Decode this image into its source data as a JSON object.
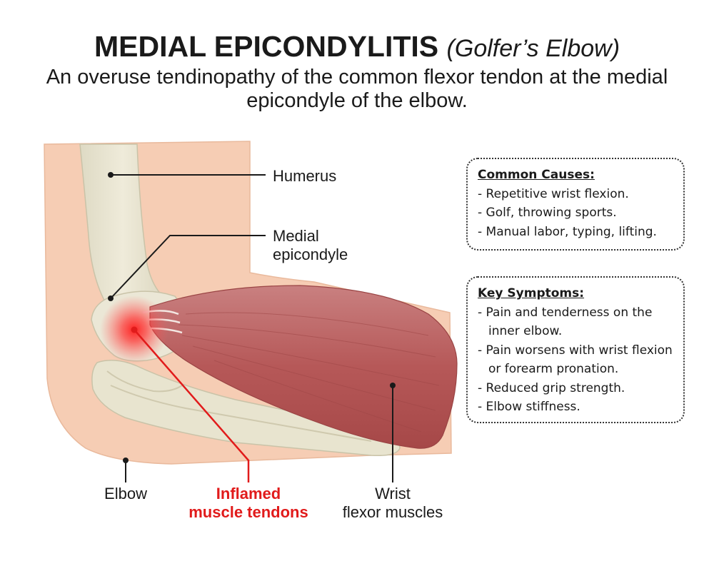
{
  "title": {
    "main": "MEDIAL EPICONDYLITIS",
    "sub": "(Golfer’s Elbow)"
  },
  "subtitle": "An overuse tendinopathy of the common flexor tendon at the medial epicondyle of the elbow.",
  "labels": {
    "humerus": "Humerus",
    "medial_epicondyle_line1": "Medial",
    "medial_epicondyle_line2": "epicondyle",
    "elbow": "Elbow",
    "inflamed_line1": "Inflamed",
    "inflamed_line2": "muscle tendons",
    "wrist_line1": "Wrist",
    "wrist_line2": "flexor muscles"
  },
  "causes": {
    "heading": "Common Causes:",
    "items": [
      "- Repetitive wrist flexion.",
      "- Golf, throwing sports.",
      "- Manual labor, typing, lifting."
    ]
  },
  "symptoms": {
    "heading": "Key Symptoms:",
    "items": [
      "- Pain and tenderness on the inner elbow.",
      "- Pain worsens with wrist flexion or forearm pronation.",
      "- Reduced grip strength.",
      "- Elbow stiffness."
    ]
  },
  "colors": {
    "skin": "#f6cdb4",
    "bone": "#e9e5d2",
    "muscle": "#b85c5c",
    "inflammation": "#ff2020",
    "highlight_text": "#e11b1b"
  }
}
